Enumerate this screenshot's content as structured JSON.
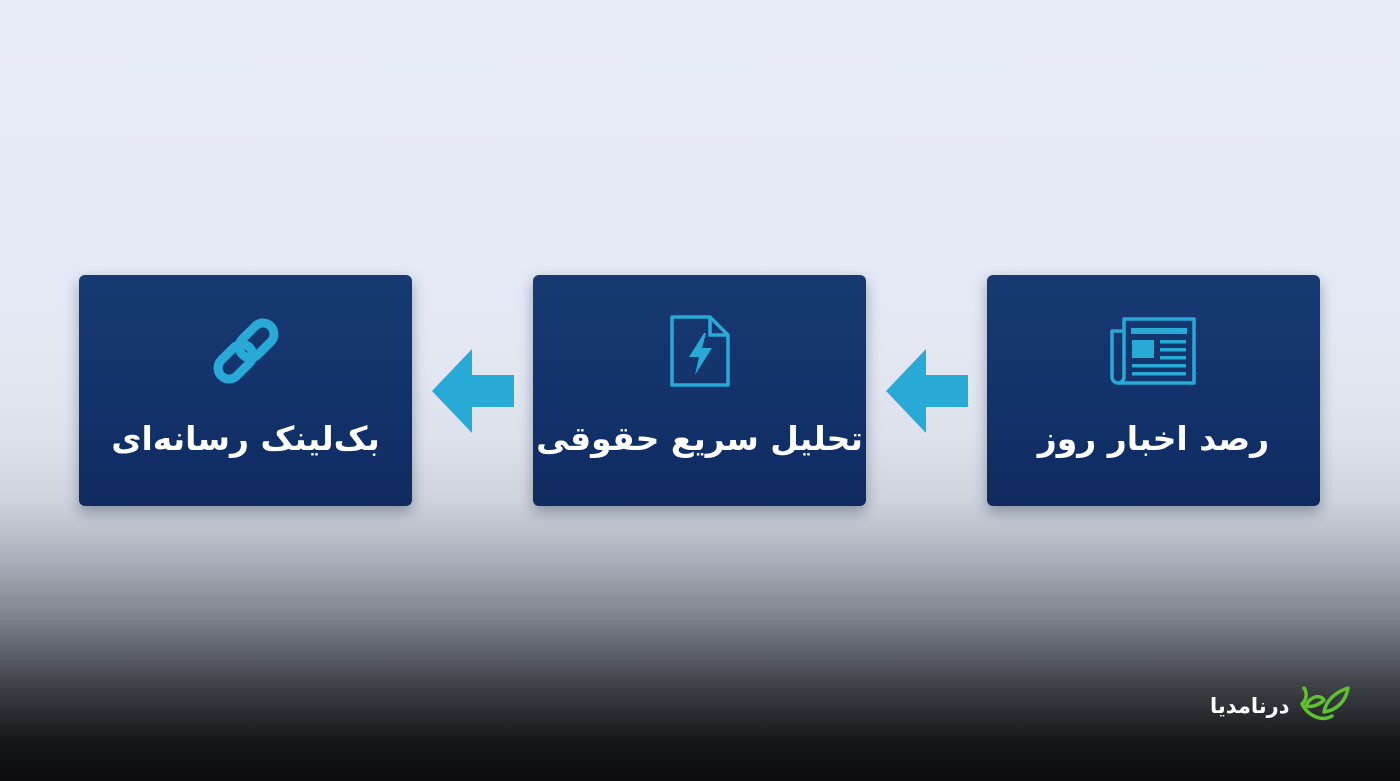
{
  "diagram": {
    "steps": [
      {
        "label": "رصد اخبار روز",
        "icon": "newspaper-icon"
      },
      {
        "label": "تحلیل سریع حقوقی",
        "icon": "flash-document-icon"
      },
      {
        "label": "بک‌لینک رسانه‌ای",
        "icon": "link-icon"
      }
    ],
    "arrows": [
      {
        "direction": "left",
        "icon": "arrow-left-icon"
      },
      {
        "direction": "left",
        "icon": "arrow-left-icon"
      }
    ]
  },
  "brand": {
    "name": "درنامدیا",
    "icon": "leaf-sprout-icon"
  },
  "colors": {
    "card": "#133370",
    "accent": "#29a9d6",
    "text": "#ffffff",
    "brand_green": "#5ec12e"
  }
}
